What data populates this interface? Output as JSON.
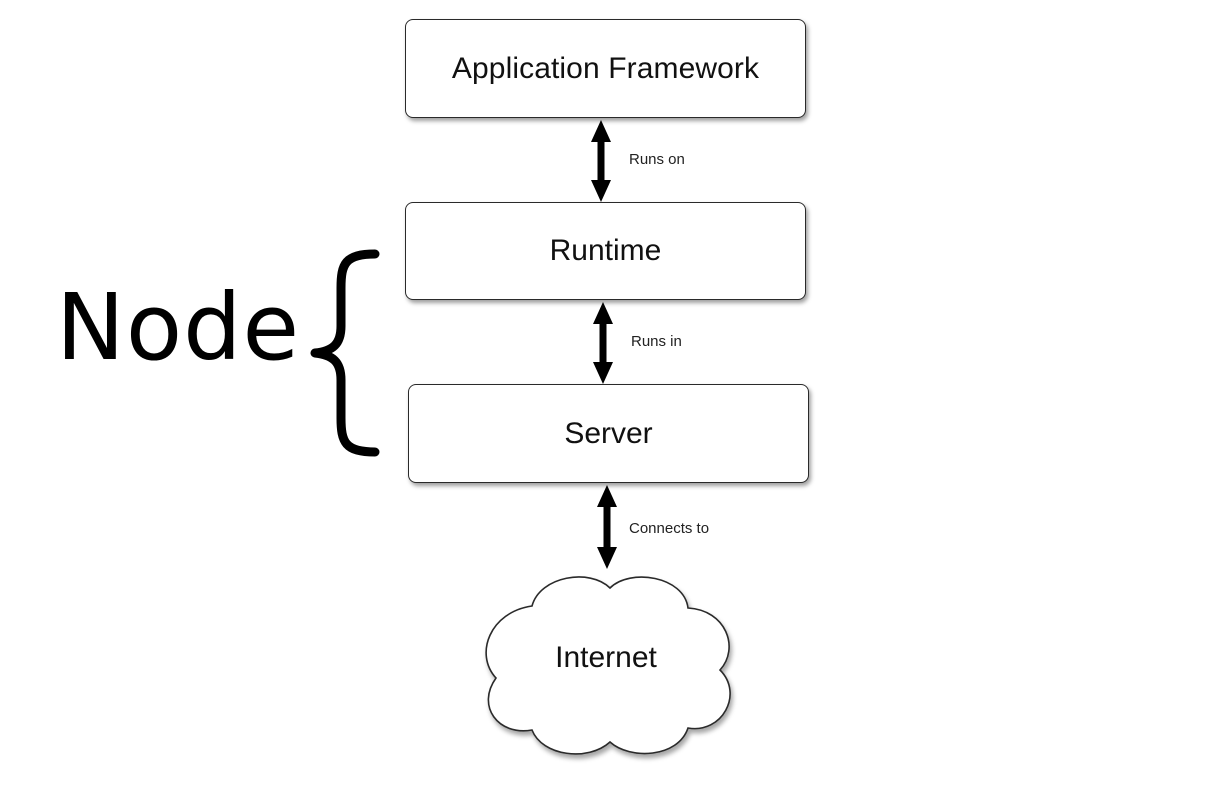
{
  "diagram": {
    "boxes": {
      "application_framework": "Application Framework",
      "runtime": "Runtime",
      "server": "Server"
    },
    "cloud": {
      "label": "Internet"
    },
    "edges": {
      "framework_to_runtime": "Runs on",
      "runtime_to_server": "Runs in",
      "server_to_internet": "Connects to"
    },
    "group": {
      "label": "Node"
    }
  },
  "colors": {
    "stroke": "#111111",
    "box_fill": "#ffffff",
    "background": "#ffffff"
  },
  "icons": {
    "group_bracket": "curly-brace-icon",
    "internet": "cloud-icon",
    "edge_arrows": "double-headed-arrow-icon"
  }
}
